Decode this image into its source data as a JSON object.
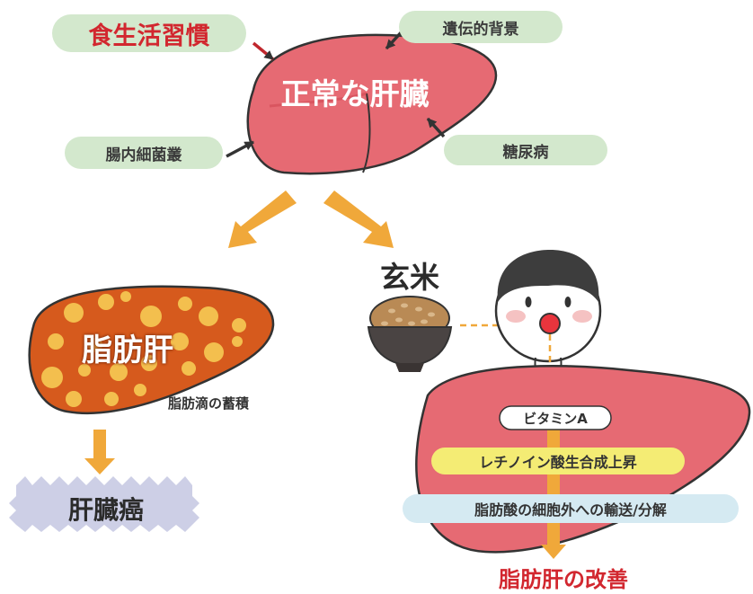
{
  "top": {
    "title": "正常な肝臓",
    "factors": {
      "lifestyle": "食生活習慣",
      "genetic": "遺伝的背景",
      "gut": "腸内細菌叢",
      "diabetes": "糖尿病"
    }
  },
  "left": {
    "fatty_liver": "脂肪肝",
    "accumulation": "脂肪滴の蓄積",
    "cancer": "肝臓癌"
  },
  "right": {
    "food": "玄米",
    "vitamin": "ビタミンA",
    "retinoic": "レチノイン酸生合成上昇",
    "transport": "脂肪酸の細胞外への輸送/分解",
    "improvement": "脂肪肝の改善"
  },
  "colors": {
    "liver_pink": "#e66a73",
    "liver_dark": "#cc3f4b",
    "fatty_orange": "#d65a1d",
    "fat_droplet": "#f3bf4e",
    "arrow_orange": "#f0a83a",
    "pill_green": "#d3e8cd",
    "red_text": "#d2272f",
    "cancer_lavender": "#cdcfe6",
    "yellow_pill": "#f4ec74",
    "blue_pill": "#d5eaf2"
  }
}
